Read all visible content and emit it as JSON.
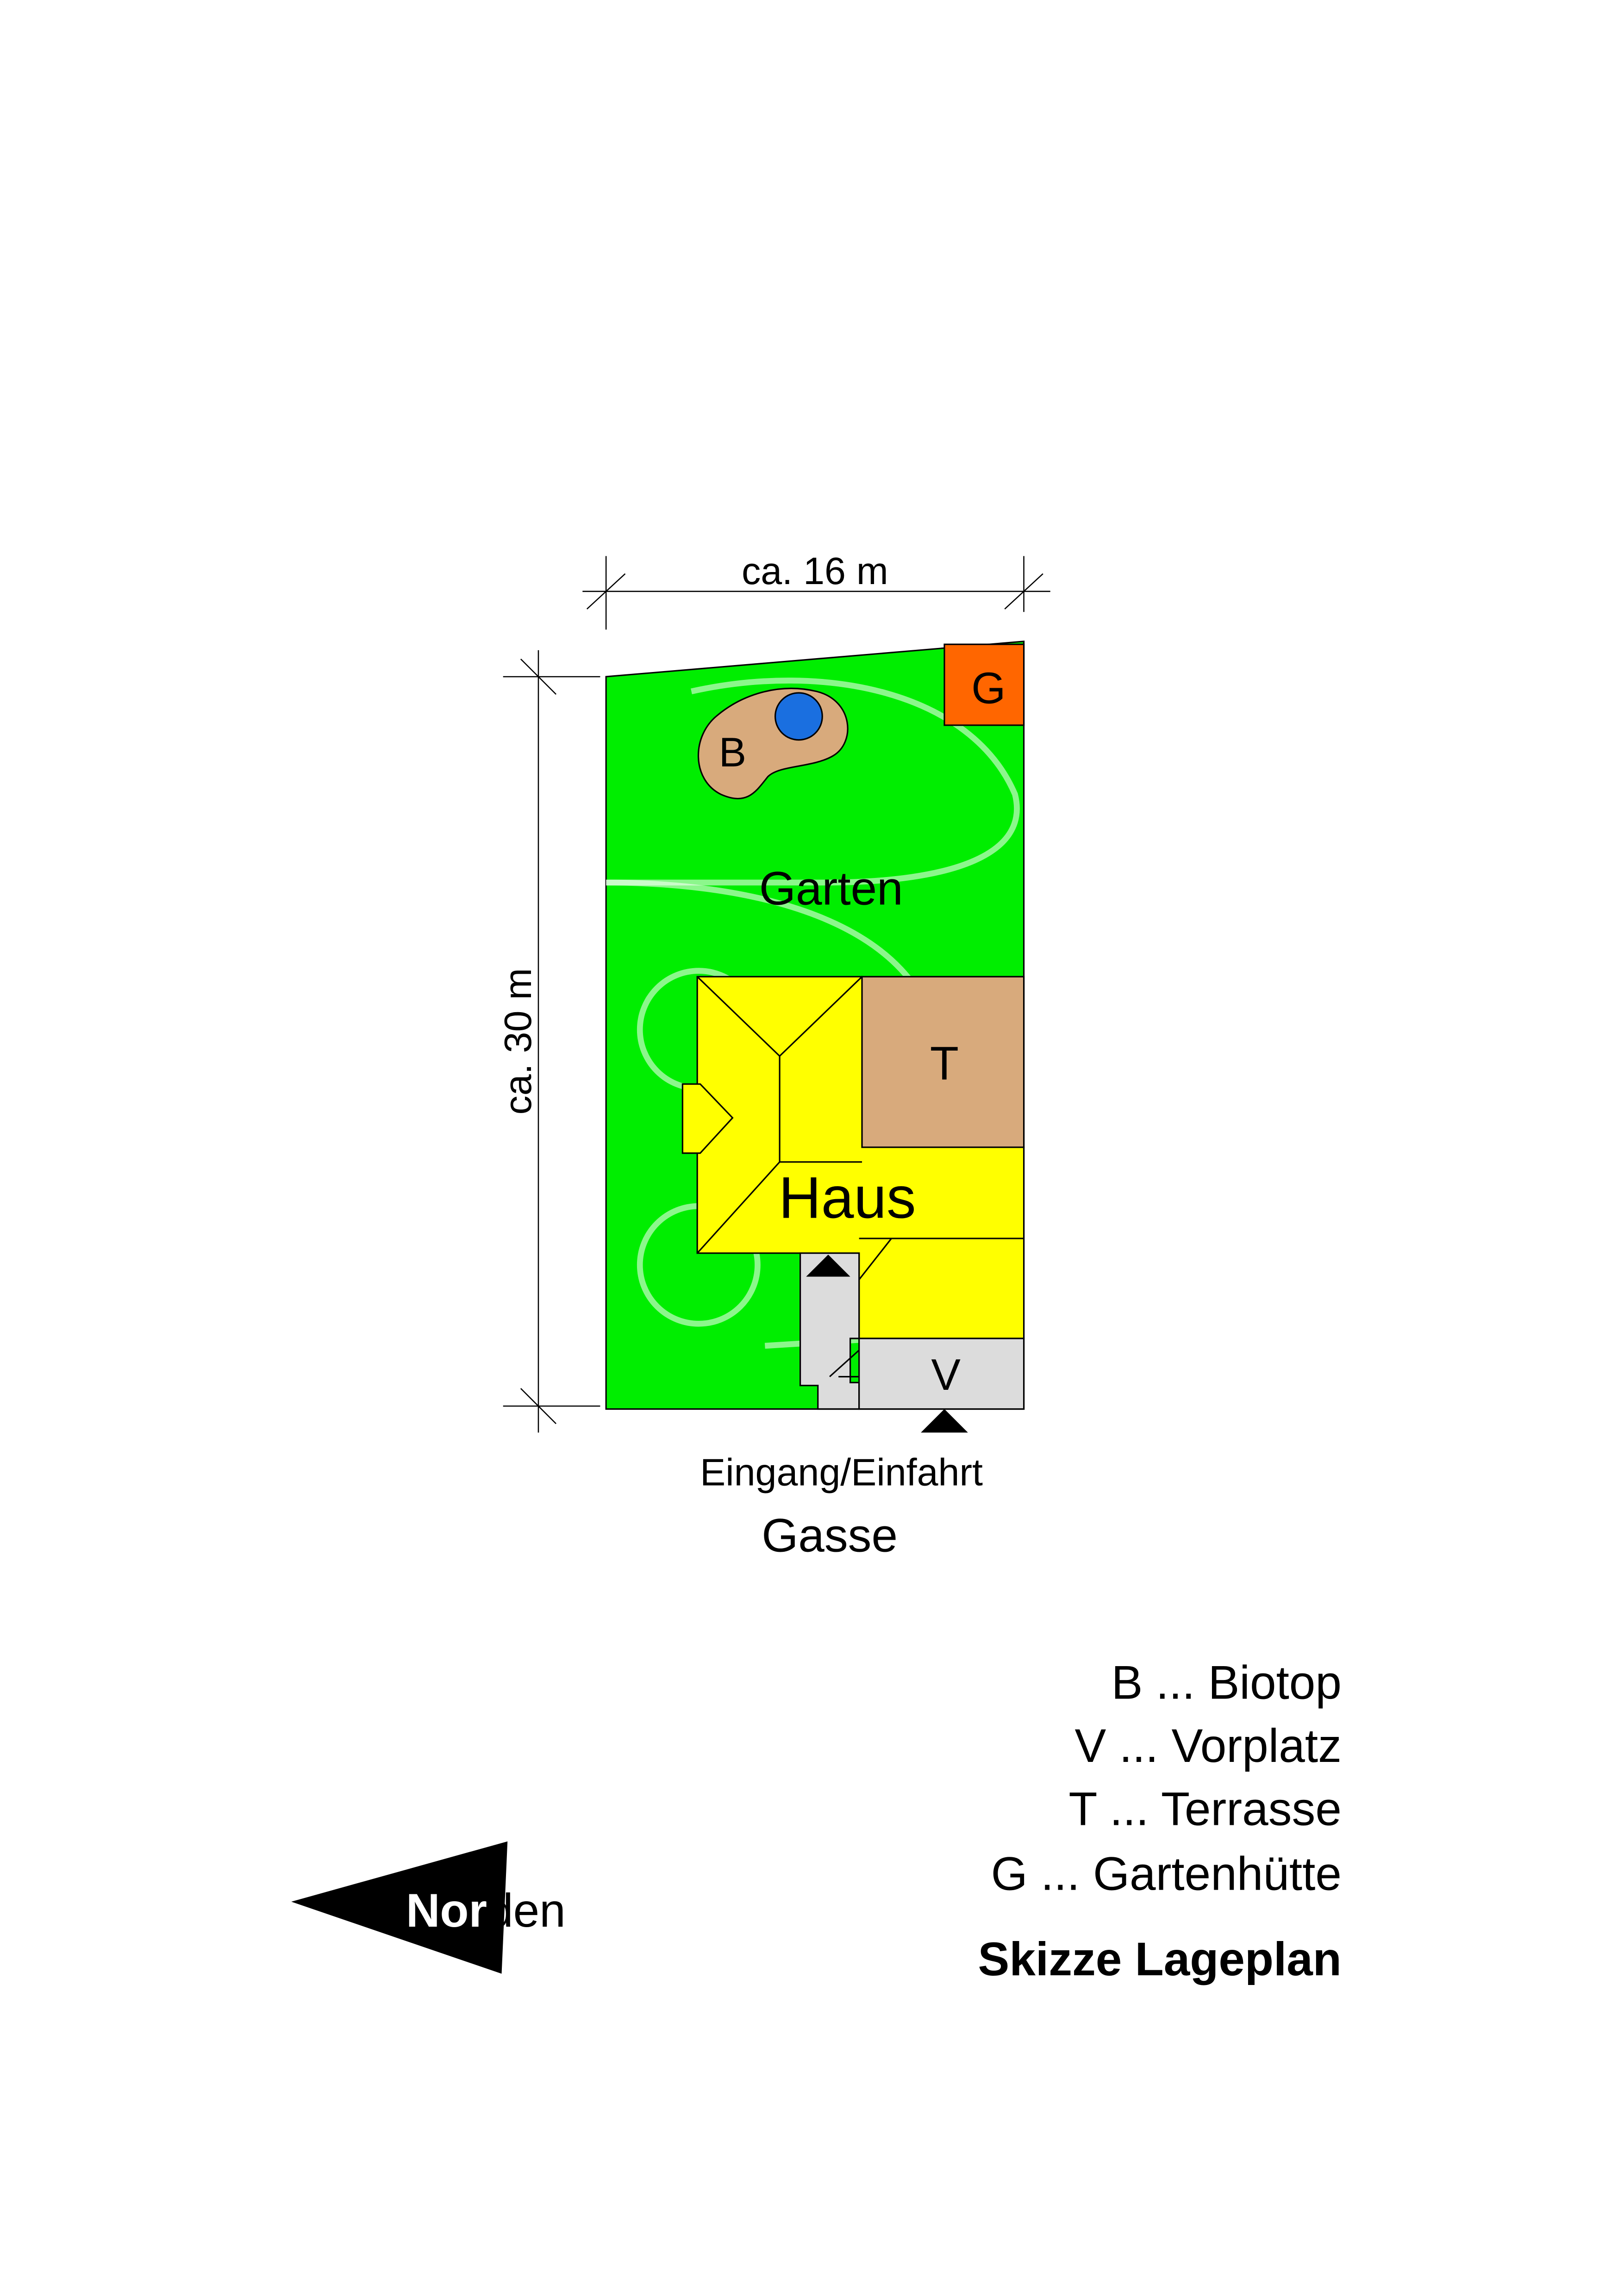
{
  "dimensions": {
    "width_label": "ca. 16 m",
    "height_label": "ca. 30 m"
  },
  "areas": {
    "garden": "Garten",
    "house": "Haus",
    "biotope": "B",
    "terrace": "T",
    "forecourt": "V",
    "shed": "G"
  },
  "entrance": {
    "label": "Eingang/Einfahrt",
    "street": "Gasse"
  },
  "legend": {
    "items": [
      "B ... Biotop",
      "V ... Vorplatz",
      "T ... Terrasse",
      "G ... Gartenhütte"
    ],
    "title": "Skizze Lageplan"
  },
  "north_arrow": {
    "bold_part": "Nor",
    "rest_part": "den"
  },
  "colors": {
    "garden": "#00ee00",
    "house": "#ffff00",
    "biotope": "#d8aa7c",
    "terrace": "#d8aa7c",
    "shed": "#ff6600",
    "pond": "#1a6fe0",
    "forecourt": "#dcdcdc",
    "outline": "#000000"
  }
}
